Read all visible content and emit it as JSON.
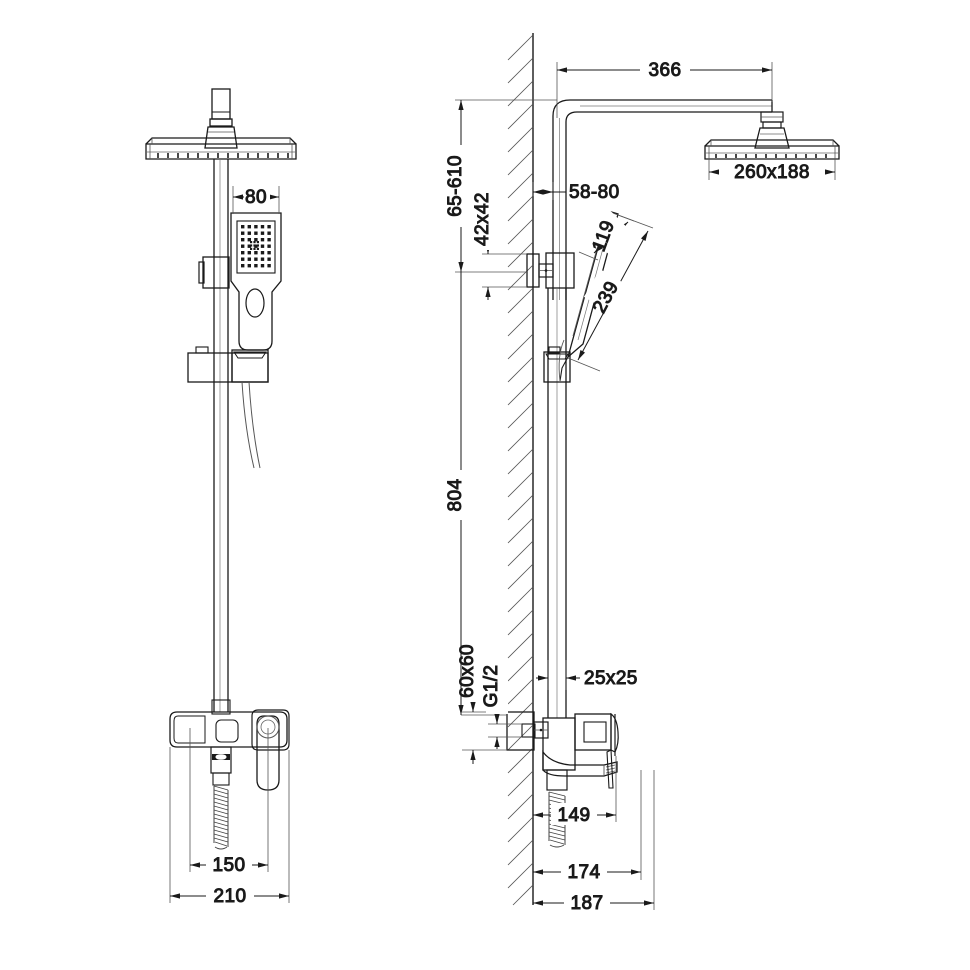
{
  "drawing": {
    "title": "Shower column technical drawing",
    "line_color": "#1a1a1a",
    "thin_line_color": "#555555",
    "background": "#ffffff",
    "views": [
      {
        "name": "front-elevation",
        "label": ""
      },
      {
        "name": "side-elevation",
        "label": ""
      }
    ]
  },
  "dimensions": {
    "front": {
      "handshower_width": "80",
      "spout_projection": "150",
      "overall_width": "210"
    },
    "side": {
      "arm_length": "366",
      "head_size": "260x188",
      "riser_range": "65-610",
      "wall_bracket": "42x42",
      "riser_offset": "58-80",
      "handset_length_inner": "119",
      "handset_length_outer": "239",
      "riser_height": "804",
      "riser_tube": "25x25",
      "inlet_plate": "60x60",
      "inlet_thread": "G1/2",
      "spout_reach_1": "149",
      "spout_reach_2": "174",
      "spout_reach_3": "187"
    }
  }
}
